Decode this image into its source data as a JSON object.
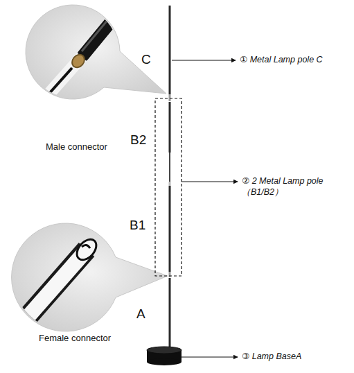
{
  "diagram": {
    "labels": [
      "C",
      "① Metal Lamp pole C",
      "Male connector",
      "B2",
      "② 2 Metal Lamp pole （B1/B2）",
      "B1",
      "Female connector",
      "A",
      "③ Lamp BaseA"
    ]
  }
}
